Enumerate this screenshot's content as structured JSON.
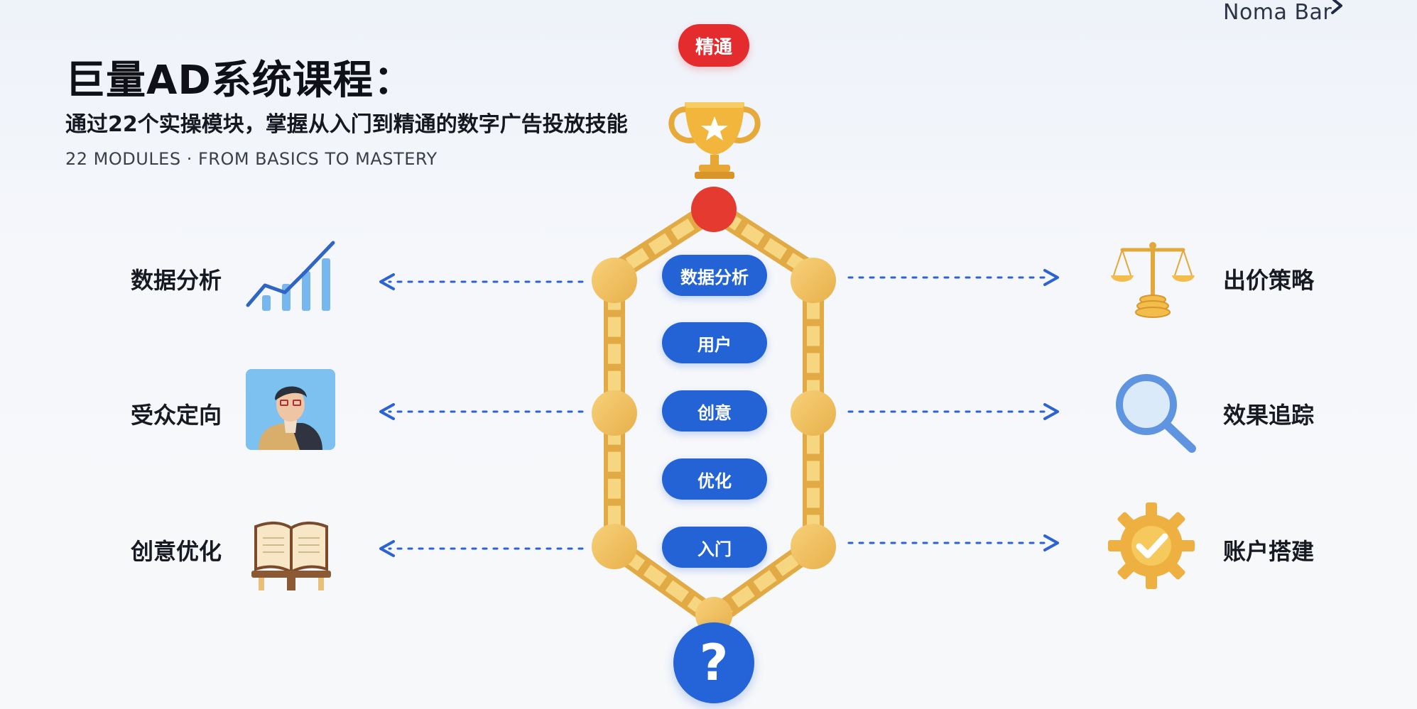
{
  "brand": {
    "name": "Noma Bar"
  },
  "header": {
    "title": "巨量AD系统课程：",
    "subtitle": "通过22个实操模块，掌握从入门到精通的数字广告投放技能",
    "english": "22 MODULES · FROM BASICS TO MASTERY"
  },
  "top_badge": {
    "label": "精通"
  },
  "left_items": [
    {
      "label": "数据分析",
      "icon": "bar-line-chart-icon"
    },
    {
      "label": "受众定向",
      "icon": "person-portrait-icon"
    },
    {
      "label": "创意优化",
      "icon": "open-book-icon"
    }
  ],
  "right_items": [
    {
      "label": "出价策略",
      "icon": "balance-scale-icon"
    },
    {
      "label": "效果追踪",
      "icon": "magnifier-icon"
    },
    {
      "label": "账户搭建",
      "icon": "gear-check-icon"
    }
  ],
  "center_steps": [
    {
      "label": "数据分析"
    },
    {
      "label": "用户"
    },
    {
      "label": "创意"
    },
    {
      "label": "优化"
    },
    {
      "label": "入门"
    }
  ],
  "bottom_badge": {
    "label": "?"
  },
  "colors": {
    "accent_blue": "#2363d6",
    "badge_red": "#e42b2e",
    "gold": "#f0c36a",
    "gold_dark": "#d89f36"
  }
}
